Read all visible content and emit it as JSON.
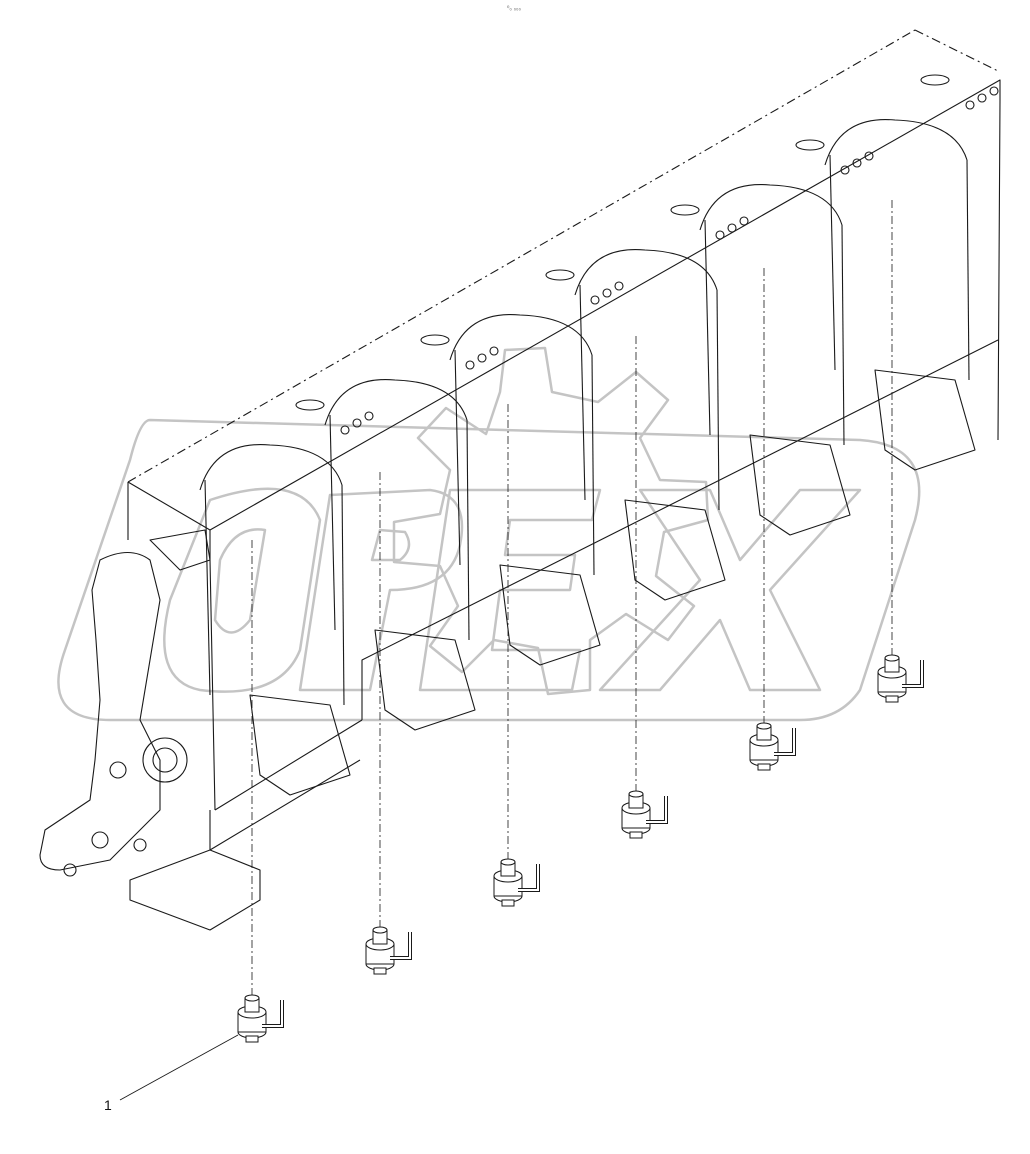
{
  "drawing": {
    "top_mark": "⁰₀ ₀₀₀",
    "callouts": [
      {
        "label": "1"
      }
    ],
    "watermark": {
      "text": "OPEX"
    },
    "part_count": 6,
    "cylinder_count": 6,
    "colors": {
      "line": "#1a1a1a",
      "watermark": "#bfbfbf",
      "background": "#ffffff"
    }
  }
}
